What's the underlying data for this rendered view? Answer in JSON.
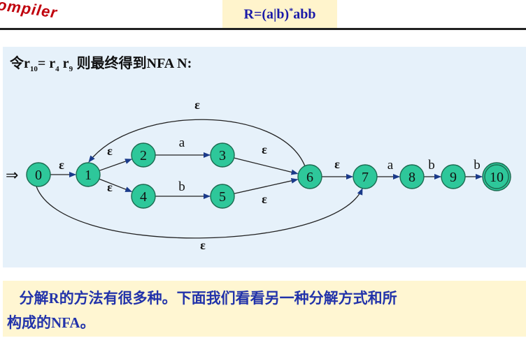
{
  "logo_text": "ompiler",
  "title": "R=(a|b)*abb",
  "heading": {
    "prefix": "令",
    "r10": "r",
    "r10_sub": "10",
    "eq": "= r",
    "r4_sub": "4",
    "r9": " r",
    "r9_sub": "9",
    "rest": " 则最终得到",
    "nfa": "NFA N:"
  },
  "nfa": {
    "start_arrow": "⇒",
    "states": [
      "0",
      "1",
      "2",
      "3",
      "4",
      "5",
      "6",
      "7",
      "8",
      "9",
      "10"
    ],
    "accepting": [
      "10"
    ],
    "edges": [
      {
        "from": "0",
        "to": "1",
        "label": "ε"
      },
      {
        "from": "1",
        "to": "2",
        "label": "ε"
      },
      {
        "from": "1",
        "to": "4",
        "label": "ε"
      },
      {
        "from": "2",
        "to": "3",
        "label": "a"
      },
      {
        "from": "4",
        "to": "5",
        "label": "b"
      },
      {
        "from": "3",
        "to": "6",
        "label": "ε"
      },
      {
        "from": "5",
        "to": "6",
        "label": "ε"
      },
      {
        "from": "6",
        "to": "1",
        "label": "ε"
      },
      {
        "from": "6",
        "to": "7",
        "label": "ε"
      },
      {
        "from": "0",
        "to": "7",
        "label": "ε"
      },
      {
        "from": "7",
        "to": "8",
        "label": "a"
      },
      {
        "from": "8",
        "to": "9",
        "label": "b"
      },
      {
        "from": "9",
        "to": "10",
        "label": "b"
      }
    ]
  },
  "note": {
    "line1a": "分解",
    "line1r": "R",
    "line1b": "的方法有很多种。下面我们看看另一种分解方式和所",
    "line2a": "构成的",
    "line2nfa": "NFA",
    "line2b": "。"
  },
  "colors": {
    "state_fill": "#2ec79a",
    "state_stroke": "#1b6b50",
    "title_bg": "#fff4cc",
    "panel_bg": "#e6f1fa",
    "note_bg": "#fff6d2",
    "note_text": "#2233aa"
  }
}
